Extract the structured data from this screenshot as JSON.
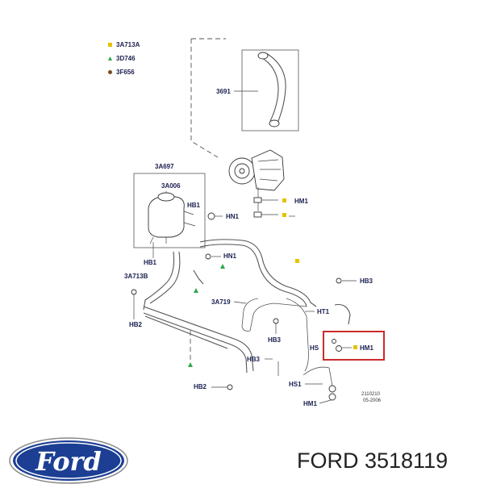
{
  "legend": [
    {
      "code": "3A713A",
      "marker": "square",
      "color": "#e6c200"
    },
    {
      "code": "3D746",
      "marker": "triangle",
      "color": "#2ea84a"
    },
    {
      "code": "3F656",
      "marker": "circle",
      "color": "#7a4a1e"
    }
  ],
  "labels": {
    "l3691": "3691",
    "l3a697": "3A697",
    "l3a006": "3A006",
    "hb1_top": "HB1",
    "hn1_a": "HN1",
    "hm1_a": "HM1",
    "hb1_bottom": "HB1",
    "hn1_b": "HN1",
    "l3a713b": "3A713B",
    "hb3_right": "HB3",
    "l3a719": "3A719",
    "ht1": "HT1",
    "hb2_left": "HB2",
    "hb3_mid": "HB3",
    "hs": "HS",
    "hm1_boxed": "HM1",
    "hb3_lower": "HB3",
    "hb2_bottom": "HB2",
    "hs1": "HS1",
    "hm1_bottom": "HM1"
  },
  "ref_number": "2110210",
  "ref_date": "05-2006",
  "caption": "FORD 3518119",
  "logo_text": "Ford",
  "colors": {
    "highlight": "#cc2a2a",
    "label": "#1a1f4f",
    "ford_blue": "#1c3f94"
  }
}
